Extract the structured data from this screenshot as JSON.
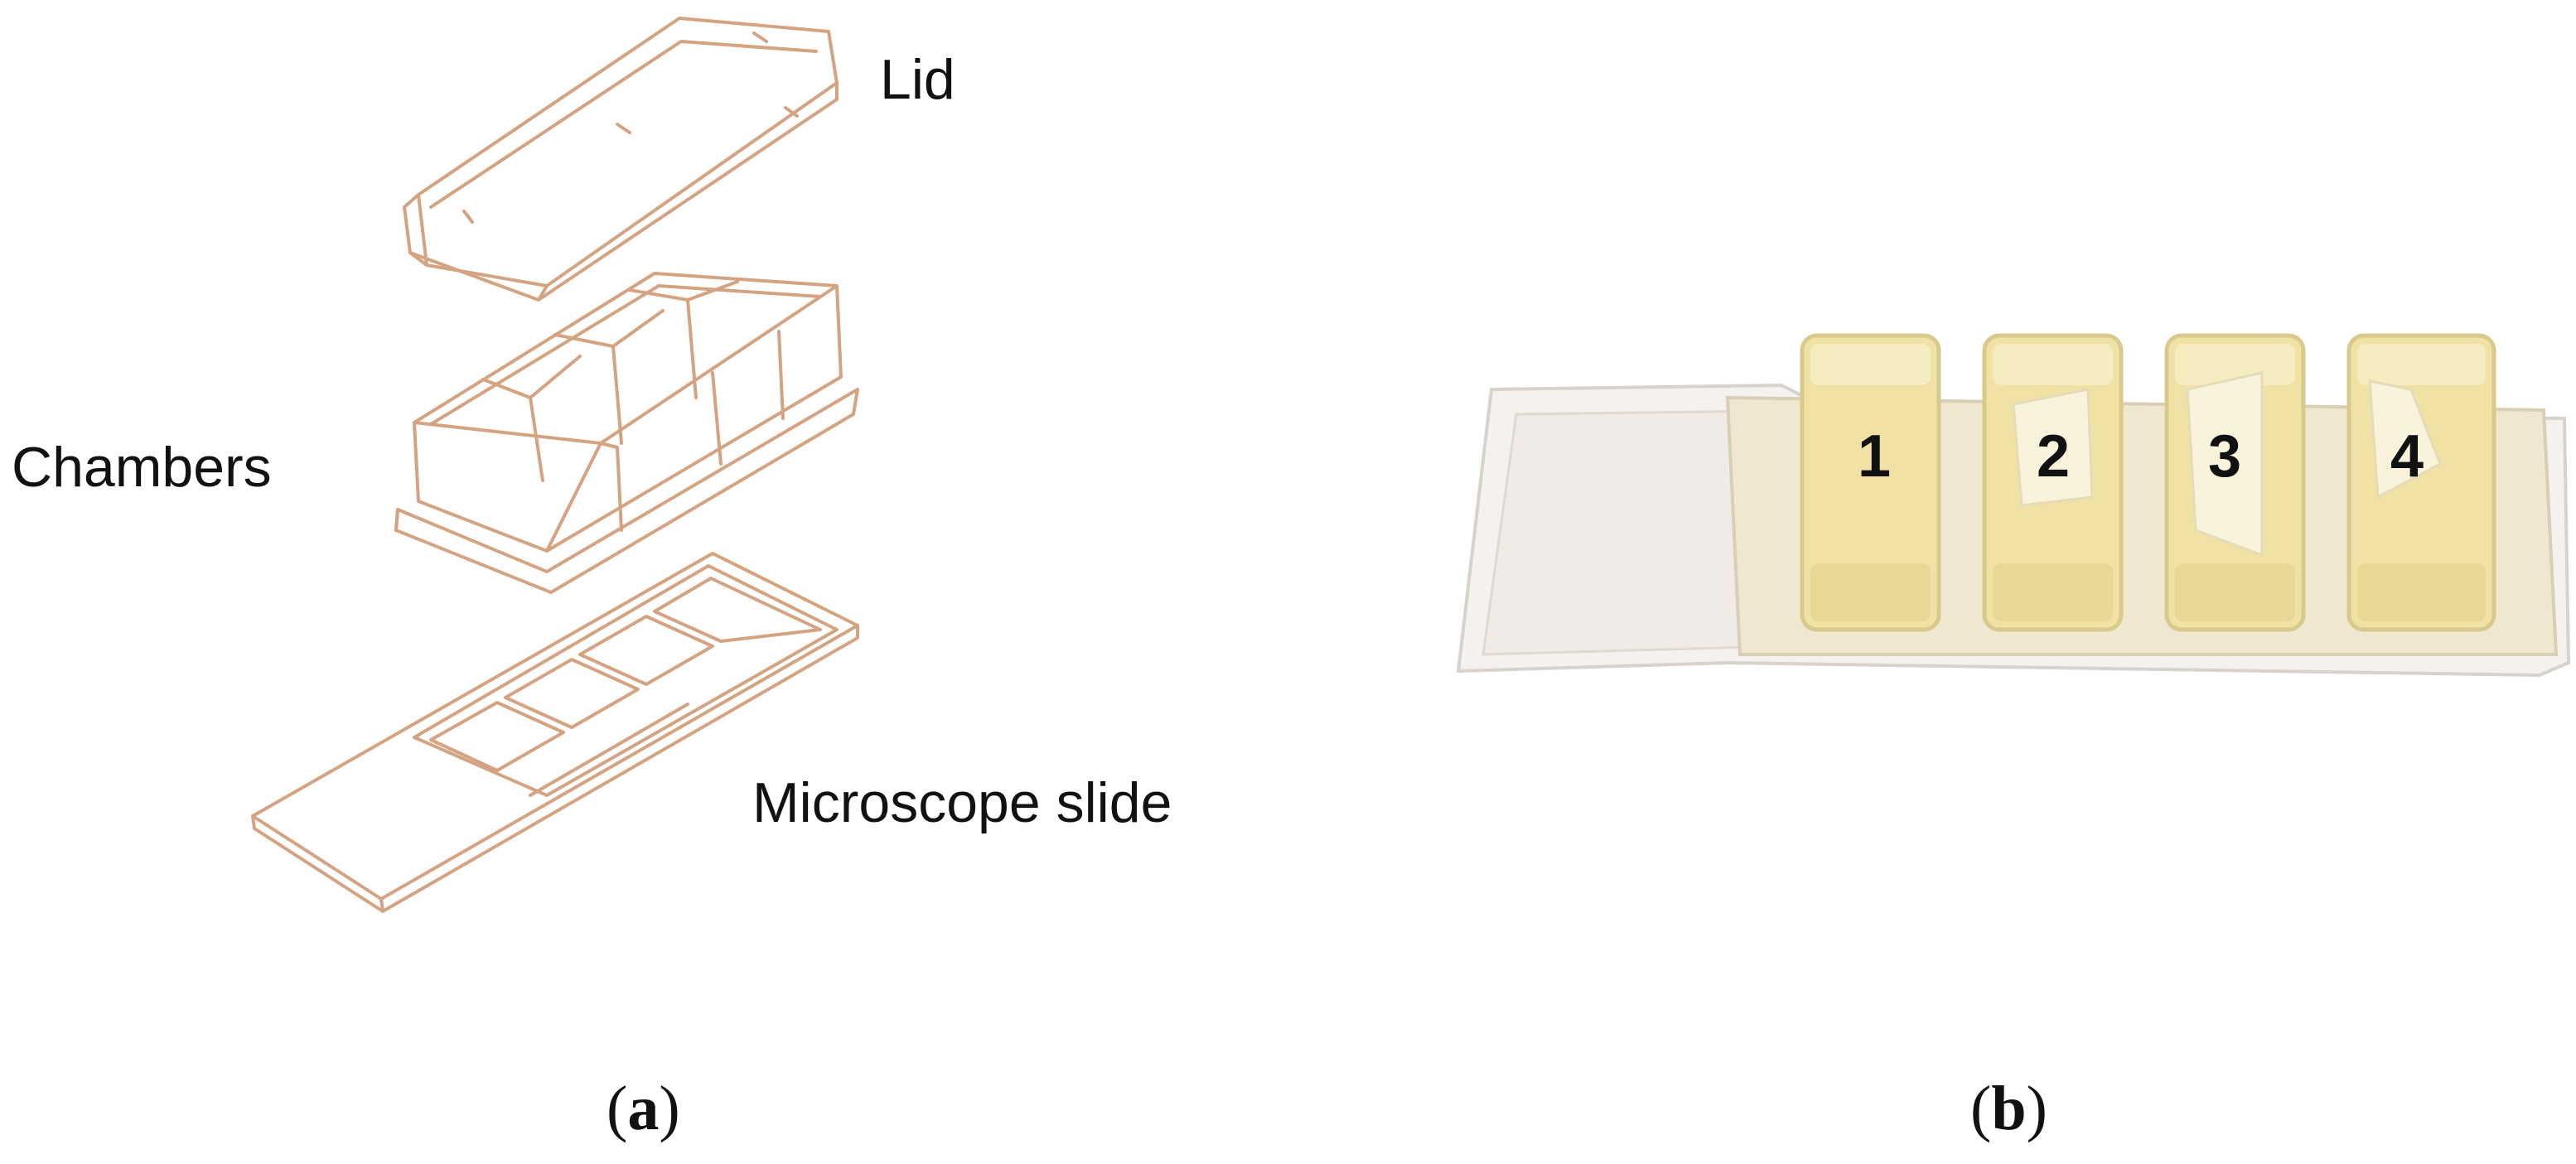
{
  "panel_a": {
    "labels": {
      "lid": "Lid",
      "chambers": "Chambers",
      "microscope_slide": "Microscope slide"
    },
    "caption_letter": "a",
    "line_color": "#d4a382"
  },
  "panel_b": {
    "caption_letter": "b",
    "wells": [
      "1",
      "2",
      "3",
      "4"
    ],
    "gel_color": "#f0e2a4"
  }
}
